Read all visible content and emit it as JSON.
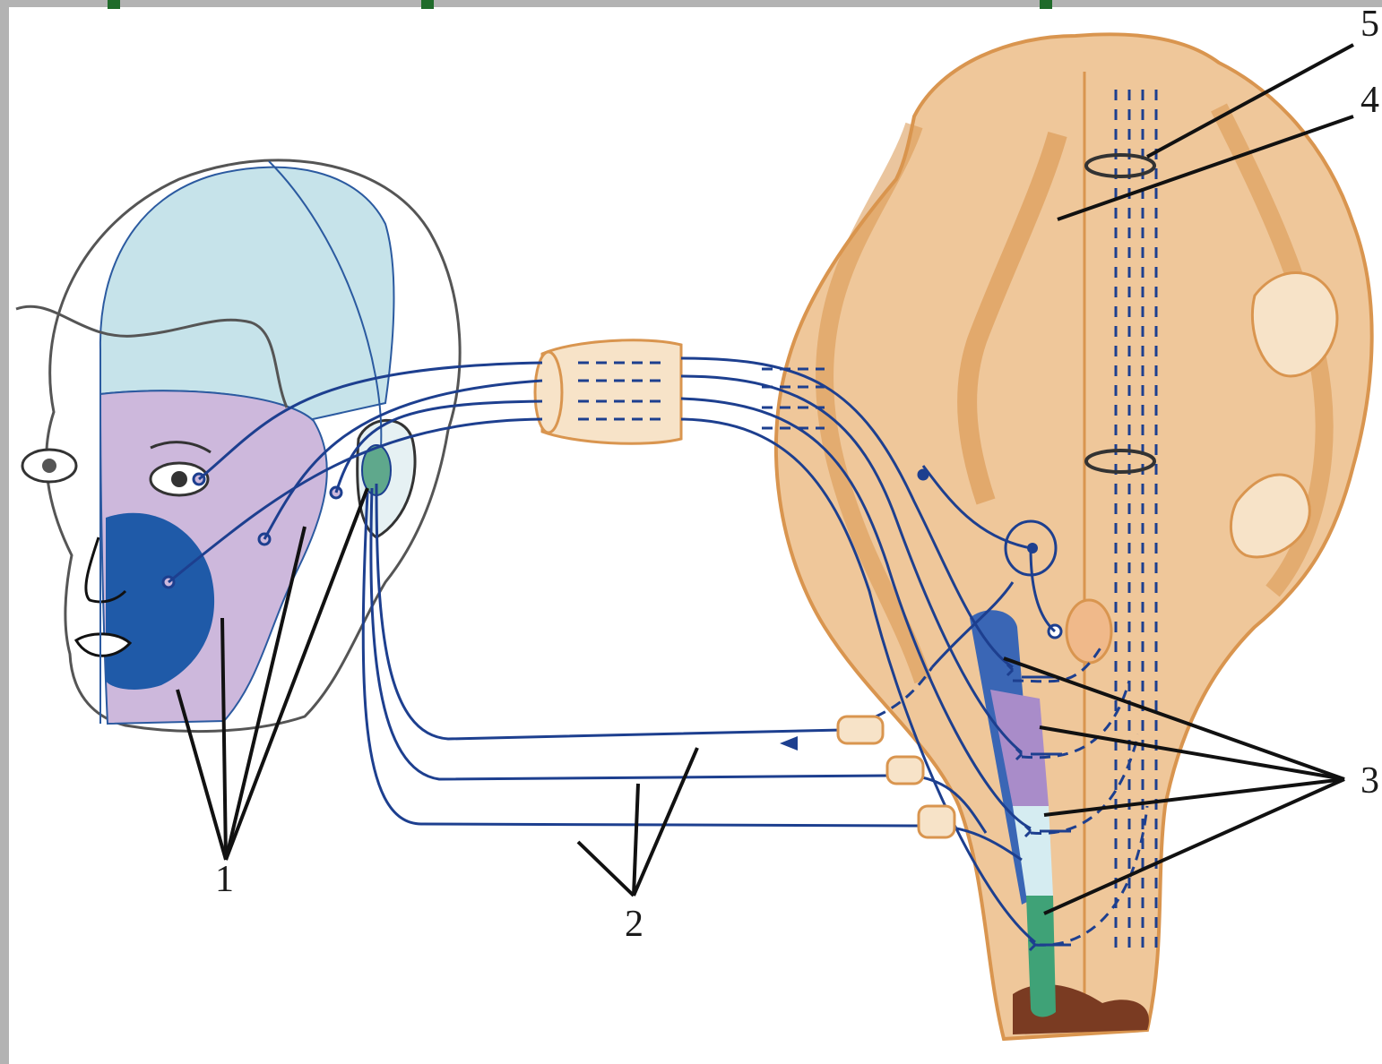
{
  "labels": {
    "l1": "1",
    "l2": "2",
    "l3": "3",
    "l4": "4",
    "l5": "5"
  },
  "colors": {
    "background": "#ffffff",
    "frame": "#b3b3b3",
    "title_strip": "#1f6b2a",
    "nerve_blue": "#1d3f8f",
    "face_light_blue": "#c6e3ea",
    "face_lilac": "#cdb8dc",
    "face_dark_blue": "#1f5aa8",
    "brainstem": "#efc79a",
    "brainstem_dark": "#d9954f",
    "nucleus_blue": "#3a66b5",
    "nucleus_violet": "#a98cc9",
    "nucleus_pale": "#d5ecf1",
    "nucleus_green": "#3fa277"
  }
}
